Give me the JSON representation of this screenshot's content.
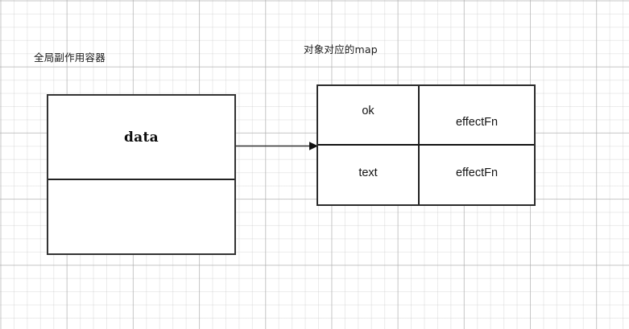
{
  "diagram": {
    "title_left": "全局副作用容器",
    "title_right": "对象对应的map",
    "container": {
      "cells": [
        {
          "label": "data"
        },
        {
          "label": ""
        }
      ]
    },
    "arrow": {
      "name": "arrow-right",
      "direction": "right"
    },
    "map": {
      "rows": [
        {
          "key": "ok",
          "value": "effectFn"
        },
        {
          "key": "text",
          "value": "effectFn"
        }
      ]
    }
  },
  "colors": {
    "stroke": "#222222",
    "grid_minor": "#bebebe",
    "grid_major": "#aaaaaa",
    "canvas": "#ffffff",
    "text": "#141414"
  }
}
